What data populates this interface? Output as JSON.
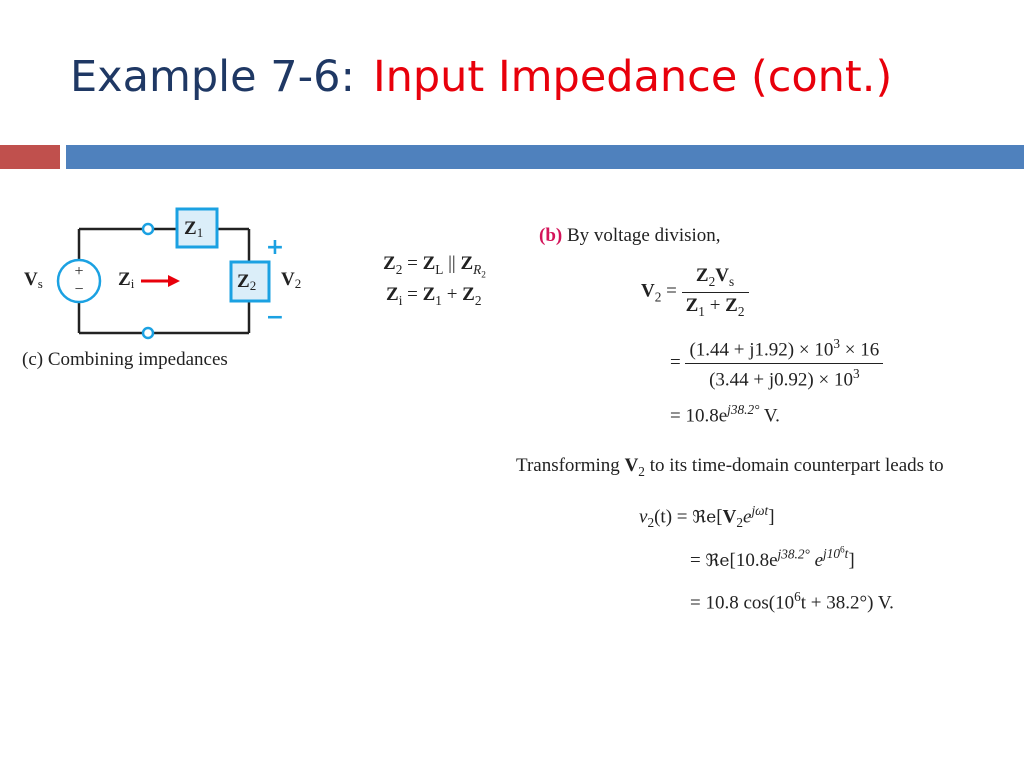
{
  "title": {
    "prefix": "Example 7-6:",
    "main": "Input Impedance (cont.)"
  },
  "colors": {
    "title_prefix": "#1f3864",
    "title_main": "#e8000b",
    "accent_red": "#c0504d",
    "accent_blue": "#4f81bd",
    "circuit": "#1ba1e2",
    "part_label": "#d4145a"
  },
  "circuit": {
    "z1": "Z",
    "z1_sub": "1",
    "z2": "Z",
    "z2_sub": "2",
    "vs": "V",
    "vs_sub": "s",
    "zi": "Z",
    "zi_sub": "i",
    "v2": "V",
    "v2_sub": "2",
    "src_plus": "+",
    "src_minus": "−",
    "out_plus": "+",
    "out_minus": "−",
    "caption": "(c) Combining impedances"
  },
  "mid_eqs": {
    "l1_a": "Z",
    "l1_a_sub": "2",
    "l1_eq": " = ",
    "l1_b": "Z",
    "l1_b_sub": "L",
    "l1_par": " || ",
    "l1_c": "Z",
    "l1_c_sub": "R",
    "l1_c_subsub": "2",
    "l2_a": "Z",
    "l2_a_sub": "i",
    "l2_eq": " = ",
    "l2_b": "Z",
    "l2_b_sub": "1",
    "l2_plus": " + ",
    "l2_c": "Z",
    "l2_c_sub": "2"
  },
  "part_b": {
    "label": "(b)",
    "text": " By voltage division,"
  },
  "eq_v2": {
    "lhs": "V",
    "lhs_sub": "2",
    "eq": " = ",
    "num_a": "Z",
    "num_a_sub": "2",
    "num_b": "V",
    "num_b_sub": "s",
    "den_a": "Z",
    "den_a_sub": "1",
    "den_plus": " + ",
    "den_b": "Z",
    "den_b_sub": "2"
  },
  "eq_line2": {
    "eq": "= ",
    "num": "(1.44 + j1.92) × 10",
    "num_exp": "3",
    "num_tail": " × 16",
    "den": "(3.44 + j0.92) × 10",
    "den_exp": "3"
  },
  "eq_line3": {
    "text": "= 10.8e",
    "exp": "j38.2°",
    "unit": " V."
  },
  "transform": {
    "pre": "Transforming ",
    "v": "V",
    "v_sub": "2",
    "post": " to its time-domain counterpart leads to"
  },
  "time_eqs": {
    "l1_lhs": "v",
    "l1_lhs_sub": "2",
    "l1_lhs_arg": "(t) = ",
    "l1_re": "ℜe",
    "l1_open": "[",
    "l1_v": "V",
    "l1_v_sub": "2",
    "l1_e": "e",
    "l1_exp": "jωt",
    "l1_close": "]",
    "l2_eq": "= ",
    "l2_re": "ℜe",
    "l2_body": "[10.8e",
    "l2_exp1": "j38.2°",
    "l2_e": " e",
    "l2_exp2": "j10",
    "l2_exp2_sup": "6",
    "l2_exp2_t": "t",
    "l2_close": "]",
    "l3": "= 10.8 cos(10",
    "l3_exp": "6",
    "l3_tail": "t + 38.2°) V."
  }
}
